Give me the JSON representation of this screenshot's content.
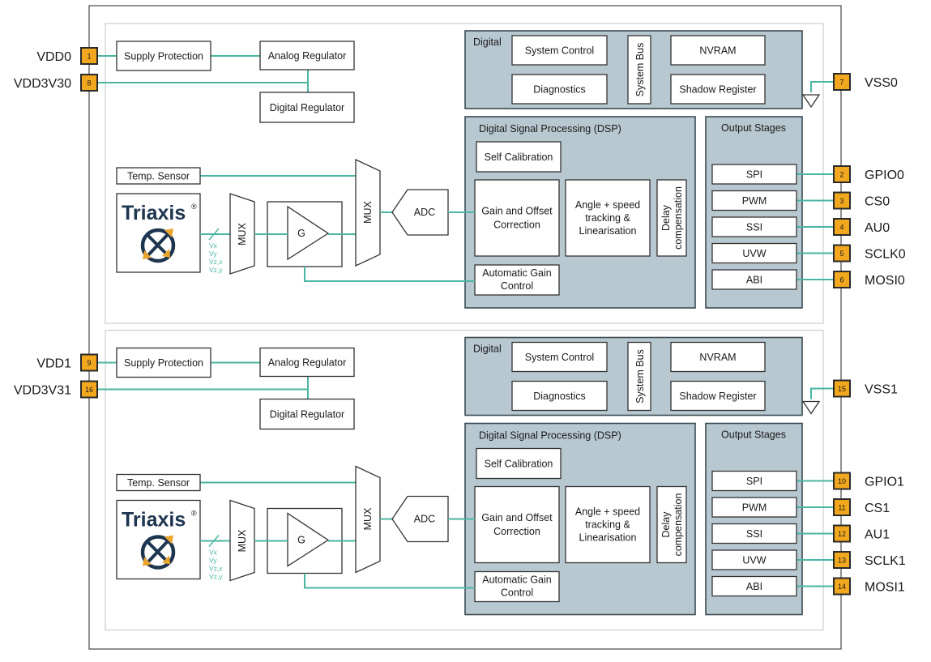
{
  "channels": [
    {
      "supply_protection": "Supply Protection",
      "analog_regulator": "Analog Regulator",
      "digital_regulator": "Digital Regulator",
      "digital_title": "Digital",
      "system_control": "System Control",
      "system_bus": "System Bus",
      "nvram": "NVRAM",
      "diagnostics": "Diagnostics",
      "shadow_register": "Shadow Register",
      "dsp_title": "Digital Signal Processing (DSP)",
      "self_calibration": "Self Calibration",
      "gain_offset": [
        "Gain and Offset",
        "Correction"
      ],
      "angle_speed": [
        "Angle + speed",
        "tracking &",
        "Linearisation"
      ],
      "delay_comp": [
        "Delay",
        "compensation"
      ],
      "agc": [
        "Automatic Gain",
        "Control"
      ],
      "output_title": "Output Stages",
      "outputs": [
        "SPI",
        "PWM",
        "SSI",
        "UVW",
        "ABI"
      ],
      "temp_sensor": "Temp. Sensor",
      "logo_text": "Triaxis",
      "logo_mark": "®",
      "mux_small": "MUX",
      "gain": "G",
      "mux_large": "MUX",
      "adc": "ADC",
      "axes": [
        "Vx",
        "Vy",
        "Vz,x",
        "Vz,y"
      ],
      "pins_left": [
        {
          "num": "1",
          "label": "VDD0"
        },
        {
          "num": "8",
          "label": "VDD3V30"
        }
      ],
      "pin_vss": {
        "num": "7",
        "label": "VSS0"
      },
      "pins_right": [
        {
          "num": "2",
          "label": "GPIO0"
        },
        {
          "num": "3",
          "label": "CS0"
        },
        {
          "num": "4",
          "label": "AU0"
        },
        {
          "num": "5",
          "label": "SCLK0"
        },
        {
          "num": "6",
          "label": "MOSI0"
        }
      ]
    },
    {
      "supply_protection": "Supply Protection",
      "analog_regulator": "Analog Regulator",
      "digital_regulator": "Digital Regulator",
      "digital_title": "Digital",
      "system_control": "System Control",
      "system_bus": "System Bus",
      "nvram": "NVRAM",
      "diagnostics": "Diagnostics",
      "shadow_register": "Shadow Register",
      "dsp_title": "Digital Signal Processing (DSP)",
      "self_calibration": "Self Calibration",
      "gain_offset": [
        "Gain and Offset",
        "Correction"
      ],
      "angle_speed": [
        "Angle + speed",
        "tracking &",
        "Linearisation"
      ],
      "delay_comp": [
        "Delay",
        "compensation"
      ],
      "agc": [
        "Automatic Gain",
        "Control"
      ],
      "output_title": "Output Stages",
      "outputs": [
        "SPI",
        "PWM",
        "SSI",
        "UVW",
        "ABI"
      ],
      "temp_sensor": "Temp. Sensor",
      "logo_text": "Triaxis",
      "logo_mark": "®",
      "mux_small": "MUX",
      "gain": "G",
      "mux_large": "MUX",
      "adc": "ADC",
      "axes": [
        "Vx",
        "Vy",
        "Vz,x",
        "Vz,y"
      ],
      "pins_left": [
        {
          "num": "9",
          "label": "VDD1"
        },
        {
          "num": "16",
          "label": "VDD3V31"
        }
      ],
      "pin_vss": {
        "num": "15",
        "label": "VSS1"
      },
      "pins_right": [
        {
          "num": "10",
          "label": "GPIO1"
        },
        {
          "num": "11",
          "label": "CS1"
        },
        {
          "num": "12",
          "label": "AU1"
        },
        {
          "num": "13",
          "label": "SCLK1"
        },
        {
          "num": "14",
          "label": "MOSI1"
        }
      ]
    }
  ],
  "colors": {
    "wire": "#4ab5a2",
    "pin": "#f2a81e",
    "panel": "#b8c8d0",
    "logo_dark": "#1e3550",
    "logo_accent": "#e9a52c"
  }
}
